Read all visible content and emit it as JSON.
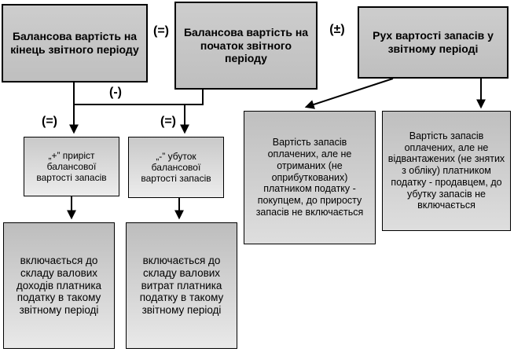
{
  "boxes": {
    "balance_end": {
      "label": "Балансова вартість на кінець звітного періоду"
    },
    "balance_start": {
      "label": "Балансова вартість на початок звітного періоду"
    },
    "movement": {
      "label": "Рух вартості запасів у звітному періоді"
    },
    "increase": {
      "label": "„+” приріст балансової вартості запасів"
    },
    "decrease": {
      "label": "„-” убуток балансової вартості запасів"
    },
    "gross_income": {
      "label": "включається до складу валових доходів платника податку в такому звітному періоді"
    },
    "gross_expenses": {
      "label": "включається до складу валових витрат платника податку в такому звітному періоді"
    },
    "paid_not_received": {
      "label": "Вартість запасів оплачених, але не отриманих (не оприбуткованих) платником податку - покупцем, до приросту запасів не включається"
    },
    "paid_not_shipped": {
      "label": "Вартість запасів оплачених, але не відвантажених (не знятих з обліку) платником податку - продавцем, до убутку запасів не включається"
    }
  },
  "operators": {
    "equals": "(=)",
    "plus_minus": "(±)",
    "minus": "(-)"
  },
  "colors": {
    "box_fill_dark": "#bfbfbf",
    "box_fill_light": "#ececec",
    "border": "#000000",
    "background": "#ffffff"
  }
}
